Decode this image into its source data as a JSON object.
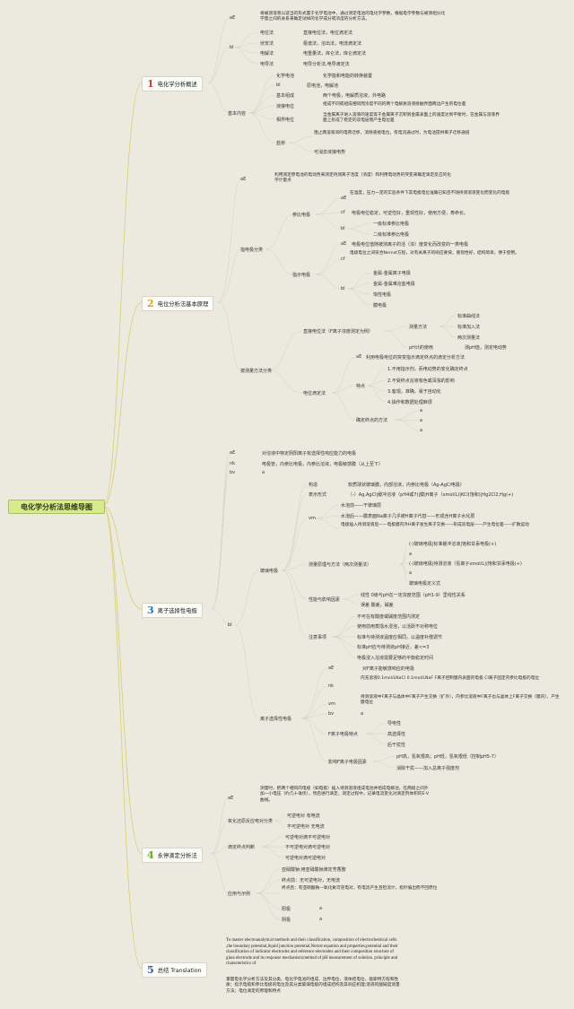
{
  "root": "电化学分析法思维导图",
  "sections": [
    {
      "num": "1",
      "title": "电化学分析概述"
    },
    {
      "num": "2",
      "title": "电位分析法基本原理"
    },
    {
      "num": "3",
      "title": "离子选择性电极"
    },
    {
      "num": "4",
      "title": "永停滴定分析法"
    },
    {
      "num": "5",
      "title": "总结 Translation"
    }
  ],
  "s1": {
    "a": "aE",
    "a_text": "将被测溶液以适当的形式置于化学电池中，通过测定电池的电化学参数，根据电学参数与被测组分化学量之间的关系来确定试样的化学成分或浓度的分析方法。",
    "b": "bI",
    "methods": [
      [
        "电位法",
        "直接电位法，电位滴定法"
      ],
      [
        "伏安法",
        "极谱法，溶出法，电流滴定法"
      ],
      [
        "电解法",
        "电重量法，库仑法，库仑滴定法"
      ],
      [
        "电导法",
        "电导分析法,电导滴定法"
      ]
    ],
    "basic": "基本内容",
    "basic_items": [
      [
        "化学电池",
        "化学能和电能的转换装置"
      ],
      [
        "bI",
        "原电池，电解池"
      ],
      [
        "基本组成",
        "两个电极，电解质溶液，外电路"
      ],
      [
        "液接电位",
        "组成不同或组成相同而浓度不同的两个电解质溶液接触界面两边产生的电位差"
      ],
      [
        "相界电位",
        "当金属离子进入溶液的速度等于金属离子沉积到金属表面上的速度达到平衡时，在金属与溶液界面上形成了稳定的双电层而产生电位差"
      ]
    ],
    "salt": "盐桥",
    "salt_items": [
      "阻止两溶液间的电荷迁移，消除液接电位，有电流通过时，为电池提供离子迁移通道",
      "可消去液接电势"
    ]
  },
  "s2": {
    "a": "aE",
    "a_text": "利用测定原电池的电动势来测定待测离子活度（浓度）和利用电动势的突变来确定滴定反应的化学计量点",
    "class": "指电极分类",
    "ref": "参比电极",
    "ref_a": "aE",
    "ref_a_text": "在温度，压力一定的实验条件下其电极电位准确已知且不随待测溶液变化而变化的电极",
    "ref_c": "cf",
    "ref_c_text": "电极电位稳定，可逆性好，重现性好，使用方便，寿命长。",
    "ref_b": "bI",
    "ref_b_items": [
      "一级标准参比电极",
      "二级标准参比电极"
    ],
    "ind": "指示电极",
    "ind_a": "aE",
    "ind_a_text": "电极电位值随被测离子的活（浓）度变化而改变的一类电极",
    "ind_c": "cf",
    "ind_c_text": "电极电位之间符合Nernst方程，对有关离子的响应要快，重现性好，结构简单，便于使用。",
    "ind_b": "bI",
    "ind_b_items": [
      "金属-金属离子电极",
      "金属-金属难溶盐电极",
      "惰性电极",
      "膜电极"
    ],
    "methods": "按测量方法分类",
    "direct": "直接电位法（F离子浓度测定为例）",
    "measure": "测量方法",
    "measure_items": [
      "标准曲线法",
      "标准加入法",
      "两次测量法"
    ],
    "ph_label": "pH计的使用",
    "ph_text": "测pH值，测定电动势",
    "titr": "电位滴定法",
    "titr_a": "aE",
    "titr_a_text": "利用电极电位的突变指示滴定终点的滴定分析方法",
    "features": "特点",
    "feature_items": [
      "1.不用指示剂，而电动势的变化确定终点",
      "2.不受终点溶液有色或浑浊的影响",
      "3.客观，准确，易于自动化",
      "4.操作和数据处理麻烦"
    ],
    "endpoint": "确定终点的方法",
    "endpoint_items": [
      "a",
      "a",
      "a"
    ]
  },
  "s3": {
    "a": "aE",
    "a_text": "对溶液中特定阴阳离子有选择性响应能力的电极",
    "nk": "nk",
    "nk_text": "电极管，内参比电极，内参比溶液，电极敏感膜（从上至下）",
    "bv": "bv",
    "bv_val": "a",
    "bI": "bI",
    "glass": "玻璃电极",
    "glass_items": [
      [
        "构造",
        "软质球状玻璃膜，内部溶液，内参比电极（Ag-AgCl电极）"
      ],
      [
        "表示形式",
        "（-）Ag,AgCl|缓冲溶液（pH4或7)|膜|H离子（xmol/L)|KCl(饱和)|Hg2Cl2,Hg(+)"
      ]
    ],
    "vm": "vm",
    "vm_items": [
      "水泡前——干玻璃层",
      "水泡后——膜表面Na离子几乎被H离子代替——形成含H离子水化层",
      "电极插入待测溶液后——电极膜内外H离子发生离子交换——形成双电层——产生电位差——扩散运动"
    ],
    "measure": "测量原理与方法（两次测量法）",
    "measure_items": [
      "(-)玻璃电极|标准缓冲溶液|饱和甘汞电极(+)",
      "a",
      "(-)玻璃电极|待测溶液（氢离子xmol/L)|饱和甘汞电极(+)",
      "a",
      "玻璃电极定义式"
    ],
    "perf": "性能与影响因素",
    "perf_items": [
      "线性 0级与pH在一定浓度范围（pH1-9）里线性关系",
      "误差 酸差，碱差"
    ],
    "note": "注意事项",
    "note_items": [
      "不可在有酸度或碱度范围内测定",
      "使用前用蒸馏水浸泡，以活跃不对称电位",
      "标准与待测液温度应相同，以温度补偿调节",
      "标准pH应与待测液pH接近，差<=3",
      "电极浸入溶液需要足够的平衡稳定时间"
    ],
    "ise": "离子选择性电极",
    "ise_a": "aE",
    "ise_a_text": "对F离子能敏感响应的电极",
    "ise_nk": "nk",
    "ise_nk_text": "内充溶液0.1mol/LNaCl 0.1mol/LNaF F离子控制膜内表面的电极 Cl离子固定内参比电极的电位",
    "ise_vm": "vm",
    "ise_vm_text": "待测溶液中F离子与晶体中F离子产生交换（扩外），内参比溶液中F离子也与晶体上F离子交换（膜内），产生膜电位",
    "ise_bv": "bv",
    "ise_bv_val": "a",
    "feat": "F离子电极特点",
    "feat_items": [
      "导电性",
      "高选择性",
      "后干扰性"
    ],
    "factor": "影响F离子电极因素",
    "factor_items": [
      "pH高，氢氧根高；pH低，氢氧根低（控制pH5-7）",
      "消除干扰——加入总离子强度剂"
    ]
  },
  "s4": {
    "a": "aE",
    "a_text": "测量时，把两个相同的电极（如电极）插入待测溶液组成电池并组成电解池，在两极之间外加一小电压（约几十毫伏），然后进行滴定，测定过程中，记录电流变化对滴定剂体积的E-V曲线。",
    "couple": "氧化还原反应电对分类",
    "couple_items": [
      "可逆电对 有电流",
      "不可逆电对 无电流"
    ],
    "judge": "滴定终点判断",
    "judge_items": [
      "可逆电对滴不可逆电对",
      "不可逆电对滴可逆电对",
      "可逆电对滴可逆电对"
    ],
    "app": "应用与示例",
    "app_items": [
      "亚硝酸钠:用亚硝酸钠滴定芳香胺",
      "终点前：无可逆电对，无电流",
      "终点后：有亚硝酸钠—氧化氮可逆电对，有电流产生且检流计，指针偏出而不回原位",
      "阳极",
      "阴极"
    ],
    "app_vals": [
      "a",
      "a"
    ]
  },
  "s5": {
    "en": "To master electroanalytical methods and their classification, composition of electrochemical cells ,the boundary potential,liquid junction potential,Nernst equation and properties;potential and their classification of indicator electrodes and reference electrodes and their composition structure of glass electrode and its response mechanism;method of pH measurement of solution. principle and characteristics of",
    "cn": "掌握电化学分析方法及其分类、电化学电池的组成、边界电位、液体结电位、能斯特方程和性质；指示电极和参比电极的电位及其分类玻璃电极的组成结构及其响应机理;溶液的酸碱度测量方法；电位滴定的原理和特点"
  }
}
